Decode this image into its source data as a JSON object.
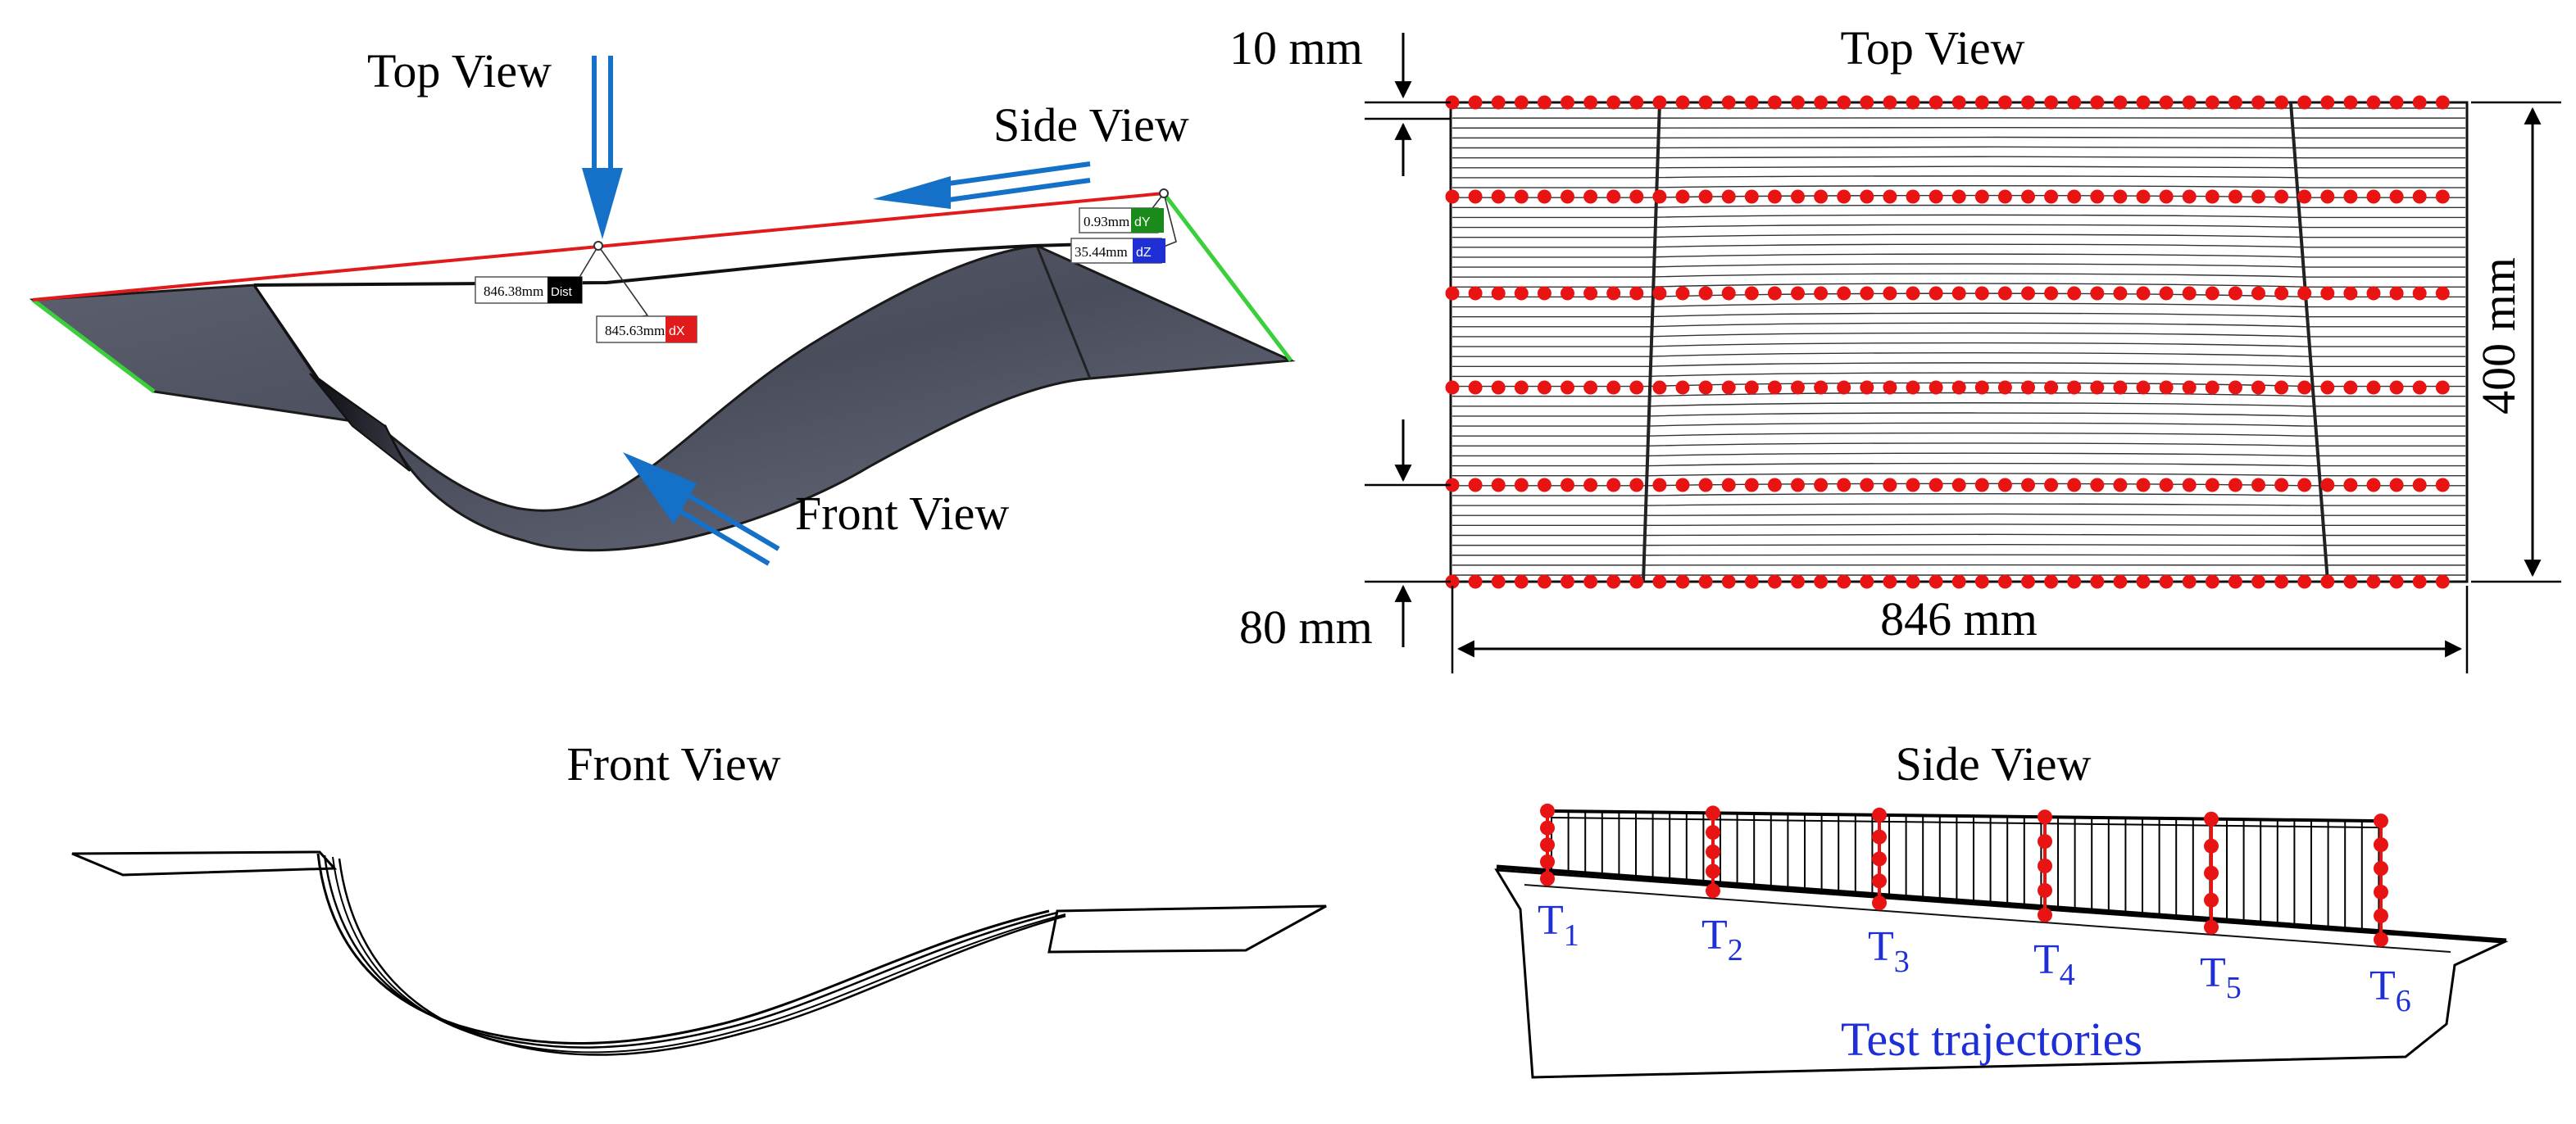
{
  "iso_view": {
    "labels": {
      "top": "Top View",
      "side": "Side View",
      "front": "Front View"
    },
    "measure_tags": [
      {
        "key": "dY",
        "value": "0.93mm",
        "color": "#1a8a1a"
      },
      {
        "key": "dZ",
        "value": "35.44mm",
        "color": "#1f2fd6"
      },
      {
        "key": "Dist",
        "value": "846.38mm",
        "color": "#000000"
      },
      {
        "key": "dX",
        "value": "845.63mm",
        "color": "#e11b1b"
      }
    ]
  },
  "top_view": {
    "title": "Top View",
    "dim_top": "10 mm",
    "dim_bottom": "80 mm",
    "dim_width": "846 mm",
    "dim_height": "400 mm",
    "point_color": "#e81414"
  },
  "front_view": {
    "title": "Front View"
  },
  "side_view": {
    "title": "Side View",
    "caption": "Test trajectories",
    "trajectories": [
      {
        "letter": "T",
        "sub": "1"
      },
      {
        "letter": "T",
        "sub": "2"
      },
      {
        "letter": "T",
        "sub": "3"
      },
      {
        "letter": "T",
        "sub": "4"
      },
      {
        "letter": "T",
        "sub": "5"
      },
      {
        "letter": "T",
        "sub": "6"
      }
    ]
  }
}
